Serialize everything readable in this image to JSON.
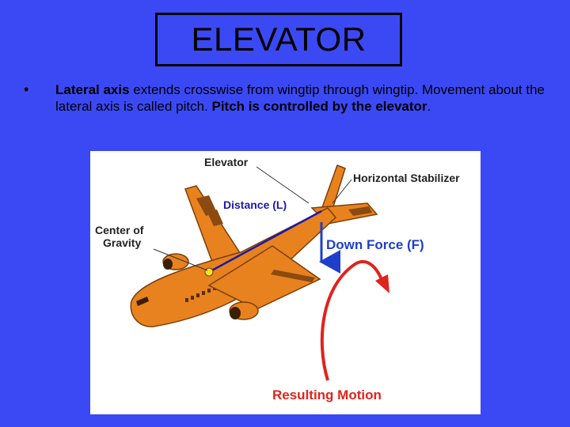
{
  "slide": {
    "title": "ELEVATOR",
    "bullet_marker": "•",
    "bullet": {
      "part1_bold": "Lateral axis",
      "part2": " extends crosswise from wingtip through wingtip. Movement about the lateral axis is called pitch. ",
      "part3_bold": "Pitch  is controlled by the elevator",
      "part4": "."
    }
  },
  "figure": {
    "labels": {
      "elevator": "Elevator",
      "horizontal_stabilizer": "Horizontal  Stabilizer",
      "distance": "Distance (L)",
      "center_of_gravity_line1": "Center of",
      "center_of_gravity_line2": "Gravity",
      "down_force": "Down  Force  (F)",
      "resulting_motion": "Resulting  Motion"
    },
    "colors": {
      "background": "#3b49f5",
      "airplane": "#e8821e",
      "airplane_dark": "#8a4a10",
      "distance_line": "#1a1aa8",
      "down_force": "#1f3fc8",
      "motion_arrow": "#e0231c",
      "cg_dot": "#f2e52a"
    }
  }
}
